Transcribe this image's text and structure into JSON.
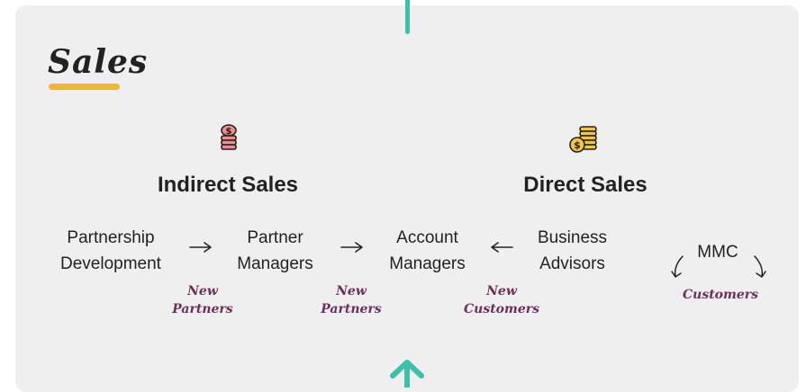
{
  "section": {
    "title": "Sales"
  },
  "headings": {
    "indirect": "Indirect Sales",
    "direct": "Direct Sales"
  },
  "icons": {
    "indirect": "single-coin-stack-icon",
    "direct": "coin-stack-with-dollar-icon"
  },
  "nodes": {
    "partnership_development": [
      "Partnership",
      "Development"
    ],
    "partner_managers": [
      "Partner",
      "Managers"
    ],
    "account_managers": [
      "Account",
      "Managers"
    ],
    "business_advisors": [
      "Business",
      "Advisors"
    ],
    "mmc": "MMC"
  },
  "flow_labels": {
    "pd_to_pm": [
      "New",
      "Partners"
    ],
    "pm_to_am": [
      "New",
      "Partners"
    ],
    "ba_to_am": [
      "New",
      "Customers"
    ],
    "mmc": "Customers"
  },
  "colors": {
    "panel": "#efefef",
    "accent_teal": "#3dbfa8",
    "underline_yellow": "#f4b72b",
    "note_purple": "#6b2f58",
    "coin_pink": "#f28b8b",
    "coin_gold": "#f6c343"
  }
}
